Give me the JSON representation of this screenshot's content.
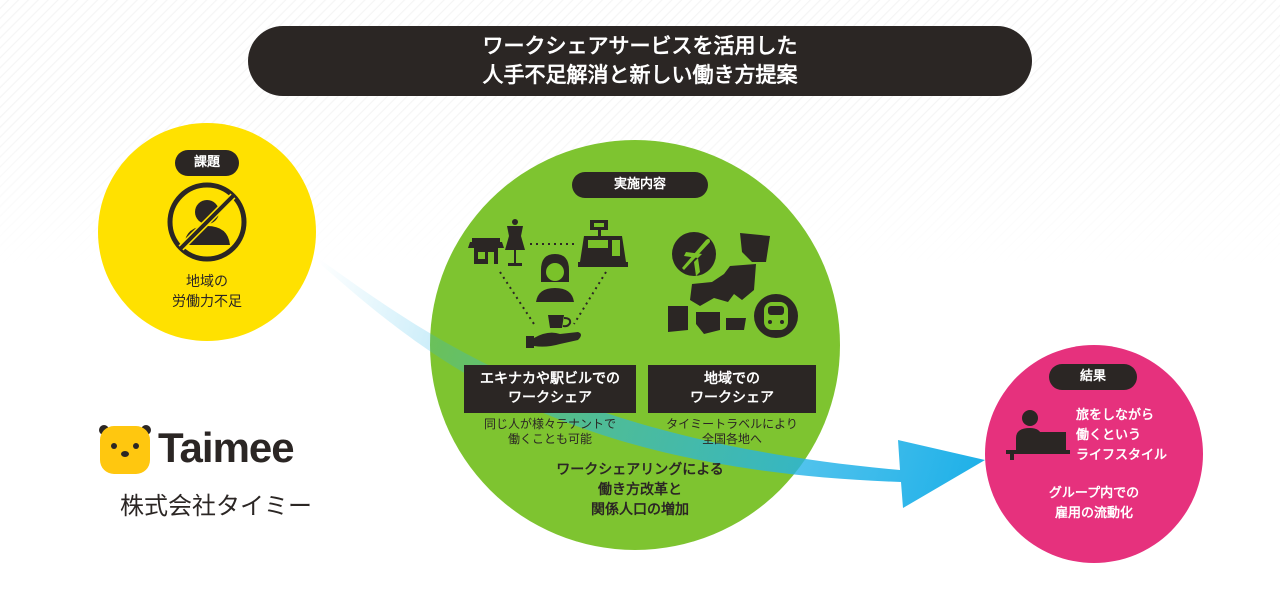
{
  "banner": {
    "line1": "ワークシェアサービスを活用した",
    "line2": "人手不足解消と新しい働き方提案"
  },
  "issue": {
    "label": "課題",
    "text_line1": "地域の",
    "text_line2": "労働力不足",
    "icon": "no-person-icon"
  },
  "implementation": {
    "label": "実施内容",
    "box1": {
      "line1": "エキナカや駅ビルでの",
      "line2": "ワークシェア"
    },
    "box1_desc": {
      "line1": "同じ人が様々テナントで",
      "line2": "働くことも可能"
    },
    "box2": {
      "line1": "地域での",
      "line2": "ワークシェア"
    },
    "box2_desc": {
      "line1": "タイミートラベルにより",
      "line2": "全国各地へ"
    },
    "summary": {
      "line1": "ワークシェアリングによる",
      "line2": "働き方改革と",
      "line3": "関係人口の増加"
    },
    "icons": [
      "store-icon",
      "mannequin-icon",
      "cash-register-icon",
      "person-icon",
      "hand-coffee-icon",
      "airplane-icon",
      "japan-map-icon",
      "shinkansen-icon"
    ]
  },
  "result": {
    "label": "結果",
    "text_line1": "旅をしながら",
    "text_line2": "働くという",
    "text_line3": "ライフスタイル",
    "text2_line1": "グループ内での",
    "text2_line2": "雇用の流動化",
    "icon": "remote-worker-icon"
  },
  "company": {
    "logo_text": "Taimee",
    "name": "株式会社タイミー"
  },
  "colors": {
    "banner": "#2b2624",
    "issue_circle": "#ffe100",
    "implementation_circle": "#7ac229",
    "result_circle": "#e6317d",
    "arrow": "#29b6e8"
  }
}
